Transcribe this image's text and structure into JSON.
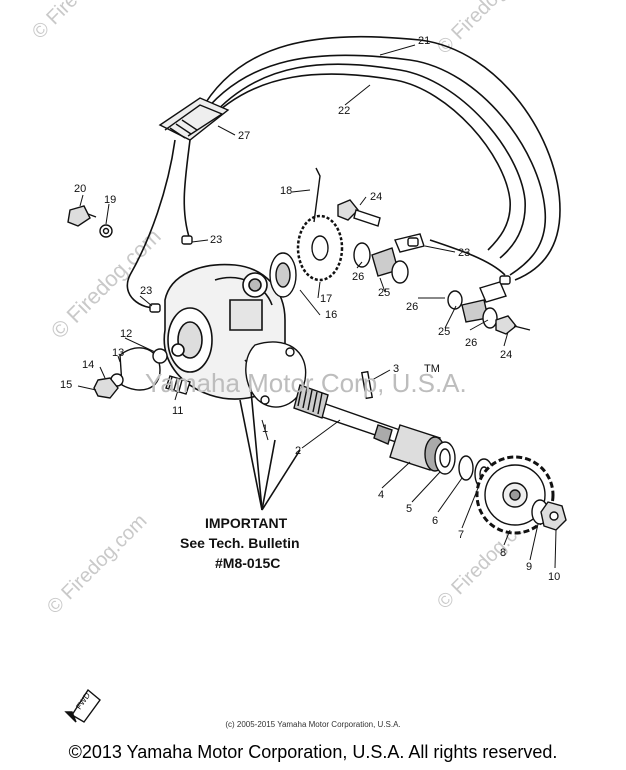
{
  "diagram": {
    "part_labels": [
      {
        "id": "1",
        "text": "1"
      },
      {
        "id": "2",
        "text": "2"
      },
      {
        "id": "3",
        "text": "3"
      },
      {
        "id": "4",
        "text": "4"
      },
      {
        "id": "5",
        "text": "5"
      },
      {
        "id": "6",
        "text": "6"
      },
      {
        "id": "7",
        "text": "7"
      },
      {
        "id": "8",
        "text": "8"
      },
      {
        "id": "9",
        "text": "9"
      },
      {
        "id": "10",
        "text": "10"
      },
      {
        "id": "11",
        "text": "11"
      },
      {
        "id": "12",
        "text": "12"
      },
      {
        "id": "13",
        "text": "13"
      },
      {
        "id": "14",
        "text": "14"
      },
      {
        "id": "15",
        "text": "15"
      },
      {
        "id": "16",
        "text": "16"
      },
      {
        "id": "17",
        "text": "17"
      },
      {
        "id": "18",
        "text": "18"
      },
      {
        "id": "19",
        "text": "19"
      },
      {
        "id": "20",
        "text": "20"
      },
      {
        "id": "21",
        "text": "21"
      },
      {
        "id": "22",
        "text": "22"
      },
      {
        "id": "23a",
        "text": "23"
      },
      {
        "id": "23b",
        "text": "23"
      },
      {
        "id": "23c",
        "text": "23"
      },
      {
        "id": "24a",
        "text": "24"
      },
      {
        "id": "24b",
        "text": "24"
      },
      {
        "id": "25a",
        "text": "25"
      },
      {
        "id": "25b",
        "text": "25"
      },
      {
        "id": "26a",
        "text": "26"
      },
      {
        "id": "26b",
        "text": "26"
      },
      {
        "id": "26c",
        "text": "26"
      },
      {
        "id": "27",
        "text": "27"
      }
    ],
    "note_lines": [
      "IMPORTANT",
      "See Tech. Bulletin",
      "#M8-015C"
    ],
    "watermark_center": "Yamaha Motor Corp, U.S.A.",
    "watermark_firedog": "© Firedog.com",
    "tm_mark": "TM",
    "fwd_label": "FWD"
  },
  "copyright_small": "(c) 2005-2015 Yamaha Motor Corporation, U.S.A.",
  "footer": "©2013 Yamaha Motor Corporation, U.S.A. All rights reserved."
}
